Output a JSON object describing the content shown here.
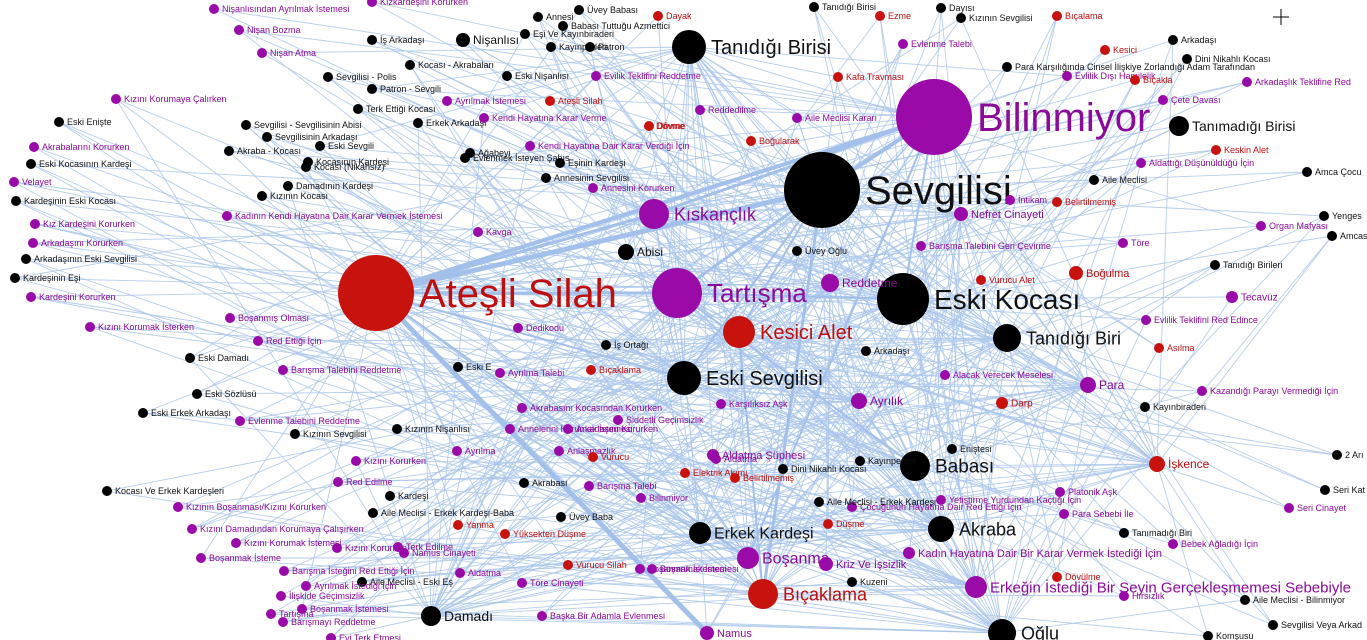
{
  "colors": {
    "edge": "#a9c6ea",
    "edge_strong": "#a2c0ea",
    "black": "#000000",
    "purple": "#9a0aa8",
    "red": "#c8120e",
    "label_black": "#111111",
    "label_purple": "#8c0a9a",
    "label_red": "#c00e0e"
  },
  "icons": {
    "cursor": "crosshair-icon"
  },
  "nodes": [
    {
      "id": "sevgilisi",
      "label": "Sevgilisi",
      "c": "black"
    },
    {
      "id": "bilinmiyor",
      "label": "Bilinmiyor",
      "c": "purple"
    },
    {
      "id": "atesli_silah",
      "label": "Ateşli Silah",
      "c": "red"
    },
    {
      "id": "eski_kocasi",
      "label": "Eski Kocası",
      "c": "black"
    },
    {
      "id": "tartisma",
      "label": "Tartışma",
      "c": "purple"
    },
    {
      "id": "kiskanclik",
      "label": "Kıskançlık",
      "c": "purple"
    },
    {
      "id": "kesici_alet",
      "label": "Kesici Alet",
      "c": "red"
    },
    {
      "id": "eski_sevgilisi",
      "label": "Eski Sevgilisi",
      "c": "black"
    },
    {
      "id": "babasi",
      "label": "Babası",
      "c": "black"
    },
    {
      "id": "akraba",
      "label": "Akraba",
      "c": "black"
    },
    {
      "id": "tanidigi_birisi",
      "label": "Tanıdığı Birisi",
      "c": "black"
    },
    {
      "id": "tanidigi_biri",
      "label": "Tanıdığı Biri",
      "c": "black"
    },
    {
      "id": "erkek_kardesi",
      "label": "Erkek Kardeşi",
      "c": "black"
    },
    {
      "id": "bicaklama",
      "label": "Bıçaklama",
      "c": "red"
    },
    {
      "id": "bosanma",
      "label": "Boşanma",
      "c": "purple"
    },
    {
      "id": "damadi",
      "label": "Damadı",
      "c": "black"
    },
    {
      "id": "oglu",
      "label": "Oğlu",
      "c": "black"
    },
    {
      "id": "erkegin",
      "label": "Erkeğin İstediği Bir Şeyin Gerçekleşmemesi Sebebiyle",
      "c": "purple"
    },
    {
      "id": "tanimadigi",
      "label": "Tanımadığı Birisi",
      "c": "black"
    },
    {
      "id": "reddetme",
      "label": "Reddetme",
      "c": "purple"
    },
    {
      "id": "ayrilik",
      "label": "Ayrılık",
      "c": "purple"
    },
    {
      "id": "para",
      "label": "Para",
      "c": "purple"
    },
    {
      "id": "iskence",
      "label": "İşkence",
      "c": "red"
    },
    {
      "id": "nefret",
      "label": "Nefret Cinayeti",
      "c": "purple"
    },
    {
      "id": "bogulma",
      "label": "Boğulma",
      "c": "red"
    },
    {
      "id": "abisi",
      "label": "Abisi",
      "c": "black"
    },
    {
      "id": "nisanlisi",
      "label": "Nişanlısı",
      "c": "black"
    },
    {
      "id": "kiz_iscizlik",
      "label": "Kriz Ve İşsizlik",
      "c": "purple"
    },
    {
      "id": "namus",
      "label": "Namus",
      "c": "purple"
    },
    {
      "id": "aldatma_suphesi",
      "label": "Aldatma Şüphesi",
      "c": "purple"
    },
    {
      "id": "kadin_hayatina",
      "label": "Kadın Hayatına Dair Bir Karar Vermek İstediği İçin",
      "c": "purple"
    },
    {
      "id": "dovme",
      "label": "Dövme",
      "c": "red"
    },
    {
      "id": "dovulme",
      "label": "Dövülme",
      "c": "red"
    },
    {
      "id": "darp",
      "label": "Darp",
      "c": "red"
    },
    {
      "id": "asilma",
      "label": "Asılma",
      "c": "red"
    },
    {
      "id": "tecavuz",
      "label": "Tecavüz",
      "c": "purple"
    },
    {
      "id": "arkadasi",
      "label": "Arkadaşı",
      "c": "black"
    },
    {
      "id": "enistesi",
      "label": "Eniştesi",
      "c": "black"
    },
    {
      "id": "kayinpederi",
      "label": "Kayınpederi",
      "c": "black"
    },
    {
      "id": "kuzeni",
      "label": "Kuzeni",
      "c": "black"
    },
    {
      "id": "uvey_oglu",
      "label": "Üvey Oğlu",
      "c": "black"
    },
    {
      "id": "dedikodu",
      "label": "Dedikodu",
      "c": "purple"
    },
    {
      "id": "kavga",
      "label": "Kavga",
      "c": "purple"
    },
    {
      "id": "bosanmis_olmasi",
      "label": "Boşanmış Olması",
      "c": "purple"
    },
    {
      "id": "red_ettigi",
      "label": "Red Ettiği İçin",
      "c": "purple"
    },
    {
      "id": "is_ortagi",
      "label": "İş Ortağı",
      "c": "black"
    },
    {
      "id": "eski_damadi",
      "label": "Eski Damadı",
      "c": "black"
    },
    {
      "id": "eski_sozlusu",
      "label": "Eski Sözlüsü",
      "c": "black"
    },
    {
      "id": "eski_erkek_ark",
      "label": "Eski Erkek Arkadaşı",
      "c": "black"
    },
    {
      "id": "kizinin_sevgilisi",
      "label": "Kızının Sevgilisi",
      "c": "black"
    },
    {
      "id": "kizinin_nisanlisi",
      "label": "Kızının Nişanlısı",
      "c": "black"
    },
    {
      "id": "evlenme_reddetme",
      "label": "Evlenme Talebini Reddetme",
      "c": "purple"
    },
    {
      "id": "barisma_reddetme",
      "label": "Barışma Talebini Reddetme",
      "c": "purple"
    },
    {
      "id": "kizini_korumak",
      "label": "Kızını Korumak İsterken",
      "c": "purple"
    },
    {
      "id": "kardesini_kor",
      "label": "Kardeşini Korurken",
      "c": "purple"
    },
    {
      "id": "kardesinin_esi",
      "label": "Kardeşinin Eşi",
      "c": "black"
    },
    {
      "id": "ark_eski_sev",
      "label": "Arkadaşının Eski Sevgilisi",
      "c": "black"
    },
    {
      "id": "arkadasini_kor",
      "label": "Arkadaşını Korurken",
      "c": "purple"
    },
    {
      "id": "kiz_kardesini",
      "label": "Kız Kardeşini Korurken",
      "c": "purple"
    },
    {
      "id": "kardesinin_eski_kocasi",
      "label": "Kardeşinin Eski Kocası",
      "c": "black"
    },
    {
      "id": "velayet",
      "label": "Velayet",
      "c": "purple"
    },
    {
      "id": "eski_kocasinin_kardesi",
      "label": "Eski Kocasının Kardeşi",
      "c": "black"
    },
    {
      "id": "akrabalarini",
      "label": "Akrabalarını Korurken",
      "c": "purple"
    },
    {
      "id": "eski_enişte",
      "label": "Eski Enişte",
      "c": "black"
    },
    {
      "id": "kizini_koruma_cal",
      "label": "Kızını Korumaya Çalırken",
      "c": "purple"
    },
    {
      "id": "kadinin_kendi",
      "label": "Kadının Kendi Hayatına Dair Karar Vermek İstemesi",
      "c": "purple"
    },
    {
      "id": "kizinin_kocasi",
      "label": "Kızının Kocası",
      "c": "black"
    },
    {
      "id": "damadinin_kardesi",
      "label": "Damadının Kardeşi",
      "c": "black"
    },
    {
      "id": "nisan_atma",
      "label": "Nişan Atma",
      "c": "purple"
    },
    {
      "id": "nisan_bozma",
      "label": "Nişan Bozma",
      "c": "purple"
    },
    {
      "id": "nisanlisindan",
      "label": "Nişanlısından Ayrılmak İstemesi",
      "c": "purple"
    },
    {
      "id": "sevgilisi_polis",
      "label": "Sevgilisi - Polis",
      "c": "black"
    },
    {
      "id": "kocasi_akrabalari",
      "label": "Kocası - Akrabaları",
      "c": "black"
    },
    {
      "id": "patron_sevgili",
      "label": "Patron - Sevgili",
      "c": "black"
    },
    {
      "id": "terk_ettigi",
      "label": "Terk Ettiği Kocası",
      "c": "black"
    },
    {
      "id": "sev_abisi",
      "label": "Sevgilisi - Sevgilisinin Abisi",
      "c": "black"
    },
    {
      "id": "sevgilisinin_ark",
      "label": "Sevgilisinin Arkadaşı",
      "c": "black"
    },
    {
      "id": "akraba_kocasi",
      "label": "Akraba - Kocası",
      "c": "black"
    },
    {
      "id": "eski_sevgili",
      "label": "Eski Sevgili",
      "c": "black"
    },
    {
      "id": "kocasi_nikahsiz",
      "label": "Kocası (Nikahsız)",
      "c": "black"
    },
    {
      "id": "kocasinin_kardesi",
      "label": "Kocasının Kardeşi",
      "c": "black"
    },
    {
      "id": "damadinin_kardesi2",
      "label": "Damadının Kardeşi",
      "c": "black"
    },
    {
      "id": "kizinin_kocasi2",
      "label": "Kızının Kocası",
      "c": "black"
    },
    {
      "id": "is_arkadasi",
      "label": "İş Arkadaşı",
      "c": "black"
    },
    {
      "id": "eski_nisanlisi",
      "label": "Eski Nişanlısı",
      "c": "black"
    },
    {
      "id": "erkek_arkadasi",
      "label": "Erkek Arkadaşı",
      "c": "black"
    },
    {
      "id": "agabeyi",
      "label": "Ağabeyi",
      "c": "black"
    },
    {
      "id": "evlenmek_isteyen",
      "label": "Evlenmek İsteyen Şahıs",
      "c": "black"
    },
    {
      "id": "annesi",
      "label": "Annesi",
      "c": "black"
    },
    {
      "id": "babasi_tuttugu",
      "label": "Babası Tuttuğu Azmettici",
      "c": "black"
    },
    {
      "id": "esi_ve_kayin",
      "label": "Eşi Ve Kayınbiraderi",
      "c": "black"
    },
    {
      "id": "kayinpederi2",
      "label": "Kayınpederi",
      "c": "black"
    },
    {
      "id": "patron",
      "label": "Patron",
      "c": "black"
    },
    {
      "id": "uvey_babasi",
      "label": "Üvey Babası",
      "c": "black"
    },
    {
      "id": "kizkardesini_kor_top",
      "label": "Kızkardeşini Korurken",
      "c": "purple"
    },
    {
      "id": "dayak",
      "label": "Dayak",
      "c": "red"
    },
    {
      "id": "evilik_teklifini",
      "label": "Evilik Teklifini Reddetme",
      "c": "purple"
    },
    {
      "id": "ayrilmak_istemesi",
      "label": "Ayrılmak İstemesi",
      "c": "purple"
    },
    {
      "id": "atesli_silah_small",
      "label": "Ateşli Silah",
      "c": "red"
    },
    {
      "id": "kendi_hayatina_verme",
      "label": "Kendi Hayatına Karar Verme",
      "c": "purple"
    },
    {
      "id": "kendi_hayatina_dair",
      "label": "Kendi Hayatına Dair Karar Verdiği İçin",
      "c": "purple"
    },
    {
      "id": "esinin_kardesi",
      "label": "Eşinin Kardeşi",
      "c": "black"
    },
    {
      "id": "annesinin_sevgilisi",
      "label": "Annesinin Sevgilisi",
      "c": "black"
    },
    {
      "id": "annesini_korurken",
      "label": "Annesini Korurken",
      "c": "purple"
    },
    {
      "id": "dovme2",
      "label": "Dövme",
      "c": "red"
    },
    {
      "id": "reddedilme",
      "label": "Reddedilme",
      "c": "purple"
    },
    {
      "id": "aile_meclisi_karari",
      "label": "Aile Meclisi Kararı",
      "c": "purple"
    },
    {
      "id": "bogularak",
      "label": "Boğularak",
      "c": "red"
    },
    {
      "id": "kafa_travmasi",
      "label": "Kafa Travması",
      "c": "red"
    },
    {
      "id": "evlenme_talebi",
      "label": "Evlenme Talebi",
      "c": "purple"
    },
    {
      "id": "ezme",
      "label": "Ezme",
      "c": "red"
    },
    {
      "id": "dayisi",
      "label": "Dayısı",
      "c": "black"
    },
    {
      "id": "kizinin_sevgilisi_top",
      "label": "Kızının Sevgilisi",
      "c": "black"
    },
    {
      "id": "tanidigi_birisi_top",
      "label": "Tanıdığı Birisi",
      "c": "black"
    },
    {
      "id": "bicalama",
      "label": "Bıçalama",
      "c": "red"
    },
    {
      "id": "kesici",
      "label": "Kesici",
      "c": "red"
    },
    {
      "id": "para_karsiligi",
      "label": "Para Karşılığında Cinsel İlişkiye Zorlandığı Adam Tarafından",
      "c": "black"
    },
    {
      "id": "evlilik_disi",
      "label": "Evlilik Dışı Hamilelik",
      "c": "purple"
    },
    {
      "id": "bicakla",
      "label": "Bıçakla",
      "c": "red"
    },
    {
      "id": "arkadaslik_teklifine",
      "label": "Arkadaşlık Teklifine Red",
      "c": "purple"
    },
    {
      "id": "cete_davasi",
      "label": "Çete Davası",
      "c": "purple"
    },
    {
      "id": "arkadasi_top",
      "label": "Arkadaşı",
      "c": "black"
    },
    {
      "id": "dini_nikahli",
      "label": "Dini Nikahlı Kocası",
      "c": "black"
    },
    {
      "id": "keskin_alet",
      "label": "Keskin Alet",
      "c": "red"
    },
    {
      "id": "aldattigi",
      "label": "Aldattığı Düşünüldüğü İçin",
      "c": "purple"
    },
    {
      "id": "amca_cocu",
      "label": "Amca Çocu",
      "c": "black"
    },
    {
      "id": "aile_meclisi",
      "label": "Aile Meclisi",
      "c": "black"
    },
    {
      "id": "intikam",
      "label": "İntikam",
      "c": "purple"
    },
    {
      "id": "belirtilmemis",
      "label": "Belirtilmemiş",
      "c": "red"
    },
    {
      "id": "organ_mafyasi",
      "label": "Organ Mafyası",
      "c": "purple"
    },
    {
      "id": "yenges",
      "label": "Yenges",
      "c": "black"
    },
    {
      "id": "amcas",
      "label": "Amcas",
      "c": "black"
    },
    {
      "id": "barisma_talebini_geri",
      "label": "Barışma Talebini Geri Çevirme",
      "c": "purple"
    },
    {
      "id": "tore",
      "label": "Töre",
      "c": "purple"
    },
    {
      "id": "tanidigi_birileri",
      "label": "Tanıdığı Birileri",
      "c": "black"
    },
    {
      "id": "vurucu_alet",
      "label": "Vurucu Alet",
      "c": "red"
    },
    {
      "id": "evlilik_teklifini_red",
      "label": "Evlilik Teklifini Red Edince",
      "c": "purple"
    },
    {
      "id": "alacak_verecek",
      "label": "Alacak Verecek Meselesi",
      "c": "purple"
    },
    {
      "id": "kazandigi_parayi",
      "label": "Kazandığı Parayı Vermediği İçin",
      "c": "purple"
    },
    {
      "id": "kayinbiraderi",
      "label": "Kayınbiraderi",
      "c": "black"
    },
    {
      "id": "karsiliksiz_ask",
      "label": "Karşılıksız Aşk",
      "c": "purple"
    },
    {
      "id": "platonik_ask",
      "label": "Platonik Aşk",
      "c": "purple"
    },
    {
      "id": "para_sebebi",
      "label": "Para Sebebi İle",
      "c": "purple"
    },
    {
      "id": "yetistirme_yurdundan",
      "label": "Yetiştirme Yurdundan Kaçtığı İçin",
      "c": "purple"
    },
    {
      "id": "cocuklari_red",
      "label": "Çocuğunun Hayatına Dair Red Ettiği İçin",
      "c": "purple"
    },
    {
      "id": "aile_meclisi_erkek",
      "label": "Aile Meclisi - Erkek Kardeşi",
      "c": "black"
    },
    {
      "id": "dusme",
      "label": "Düşme",
      "c": "red"
    },
    {
      "id": "tanimadigi_biri",
      "label": "Tanımadığı Biri",
      "c": "black"
    },
    {
      "id": "bebek_agladigi",
      "label": "Bebek Ağladığı İçin",
      "c": "purple"
    },
    {
      "id": "seri_katil",
      "label": "Seri Kat",
      "c": "black"
    },
    {
      "id": "seri_cinayet",
      "label": "Seri Cinayet",
      "c": "purple"
    },
    {
      "id": "iki_arı",
      "label": "2 Arı",
      "c": "black"
    },
    {
      "id": "aile_meclisi_bilinmiyor",
      "label": "Aile Meclisi - Bilinmiyor",
      "c": "black"
    },
    {
      "id": "hirsizlik",
      "label": "Hırsızlık",
      "c": "purple"
    },
    {
      "id": "sev_veya_ark",
      "label": "Sevgilisi Veya Arkad",
      "c": "black"
    },
    {
      "id": "komsusu",
      "label": "Komşusu",
      "c": "black"
    },
    {
      "id": "elektrik_akimi",
      "label": "Elektrik Akımı",
      "c": "red"
    },
    {
      "id": "belirtilmemis2",
      "label": "Belirtilmemiş",
      "c": "red"
    },
    {
      "id": "dini_nikahli_kocasi",
      "label": "Dini Nikahlı Kocası",
      "c": "black"
    },
    {
      "id": "sevgilisinin_ark2",
      "label": "Aldatma",
      "c": "purple"
    },
    {
      "id": "bilinmiyor_small",
      "label": "Bilinmiyor",
      "c": "purple"
    },
    {
      "id": "barisma_talebi",
      "label": "Barışma Talebi",
      "c": "purple"
    },
    {
      "id": "anlasmazlik",
      "label": "Anlaşmazlık",
      "c": "purple"
    },
    {
      "id": "vurucu",
      "label": "Vurucu",
      "c": "red"
    },
    {
      "id": "kardesi",
      "label": "Kardeşi",
      "c": "black"
    },
    {
      "id": "akrabasi",
      "label": "Akrabası",
      "c": "black"
    },
    {
      "id": "aile_meclisi_erkek_baba",
      "label": "Aile Meclisi - Erkek Kardeşi-Baba",
      "c": "black"
    },
    {
      "id": "uvey_baba",
      "label": "Üvey Baba",
      "c": "black"
    },
    {
      "id": "yanma",
      "label": "Yanma",
      "c": "red"
    },
    {
      "id": "yuksekten_dusme",
      "label": "Yüksekten Düşme",
      "c": "red"
    },
    {
      "id": "vurucu_silah",
      "label": "Vurucu Silah",
      "c": "red"
    },
    {
      "id": "bosanmak_istemesi",
      "label": "Boşanmak İstemesi",
      "c": "purple"
    },
    {
      "id": "tore_cinayeti",
      "label": "Töre Cinayeti",
      "c": "purple"
    },
    {
      "id": "baska_bir_adamla",
      "label": "Başka Bir Adamla Evlenmesi",
      "c": "purple"
    },
    {
      "id": "namus_cinayeti",
      "label": "Namus Cinayeti",
      "c": "purple"
    },
    {
      "id": "aldatma",
      "label": "Aldatma",
      "c": "purple"
    },
    {
      "id": "aile_meclisi_eski_es",
      "label": "Aile Meclisi - Eski Eş",
      "c": "black"
    },
    {
      "id": "kizini_korurken",
      "label": "Kızını Korurken",
      "c": "purple"
    },
    {
      "id": "ayrilma",
      "label": "Ayrılma",
      "c": "purple"
    },
    {
      "id": "kizini_korurken2",
      "label": "Kızını Korurken",
      "c": "purple"
    },
    {
      "id": "terk_edilme",
      "label": "Terk Edilme",
      "c": "purple"
    },
    {
      "id": "red_edilme",
      "label": "Red Edilme",
      "c": "purple"
    },
    {
      "id": "kizinin_bosanmasi",
      "label": "Kızının Boşanması/Kızını Korurken",
      "c": "purple"
    },
    {
      "id": "kizini_damadindan",
      "label": "Kızını Damadından Korumaya Çalışırken",
      "c": "purple"
    },
    {
      "id": "kizini_korumak_ist",
      "label": "Kızını Korumak İstemesi",
      "c": "purple"
    },
    {
      "id": "bosanmak_isteme",
      "label": "Boşanmak İsteme",
      "c": "purple"
    },
    {
      "id": "barisma_istegini",
      "label": "Barışma İsteğini Red Ettiği İçin",
      "c": "purple"
    },
    {
      "id": "ayrilmak_istedigi",
      "label": "Ayrılmak İstediği İçin",
      "c": "purple"
    },
    {
      "id": "iliskide_gecimsizlik",
      "label": "İlişkide Geçimsizlik",
      "c": "purple"
    },
    {
      "id": "bosanmak_istemesi2",
      "label": "Boşanmak İstemesi",
      "c": "purple"
    },
    {
      "id": "barismayi_reddetme",
      "label": "Barışmayı Reddetme",
      "c": "purple"
    },
    {
      "id": "tartisma_small",
      "label": "Tartışma",
      "c": "purple"
    },
    {
      "id": "evi_terk",
      "label": "Evi Terk Etmesi",
      "c": "purple"
    },
    {
      "id": "kocasi_erkek_kardesleri",
      "label": "Kocası Ve Erkek Kardeşleri",
      "c": "black"
    },
    {
      "id": "akrabasini_kocasindan",
      "label": "Akrabasını Kocasından Korurken",
      "c": "purple"
    },
    {
      "id": "siddetli_gecimsizlik",
      "label": "Şiddetli Geçimsizlik",
      "c": "purple"
    },
    {
      "id": "annelerini_koruma",
      "label": "Annelerini Korumak İstemesi",
      "c": "purple"
    },
    {
      "id": "arkadasini_korurken2",
      "label": "Arkadaşını Korurken",
      "c": "purple"
    },
    {
      "id": "ayrilma_talebi",
      "label": "Ayrılma Talebi",
      "c": "purple"
    },
    {
      "id": "bicaklama_small",
      "label": "Bıçaklama",
      "c": "red"
    },
    {
      "id": "eski_e",
      "label": "Eski E",
      "c": "black"
    },
    {
      "id": "bosanma_istemesi3",
      "label": "Boşanmak İstemesi",
      "c": "purple"
    }
  ]
}
